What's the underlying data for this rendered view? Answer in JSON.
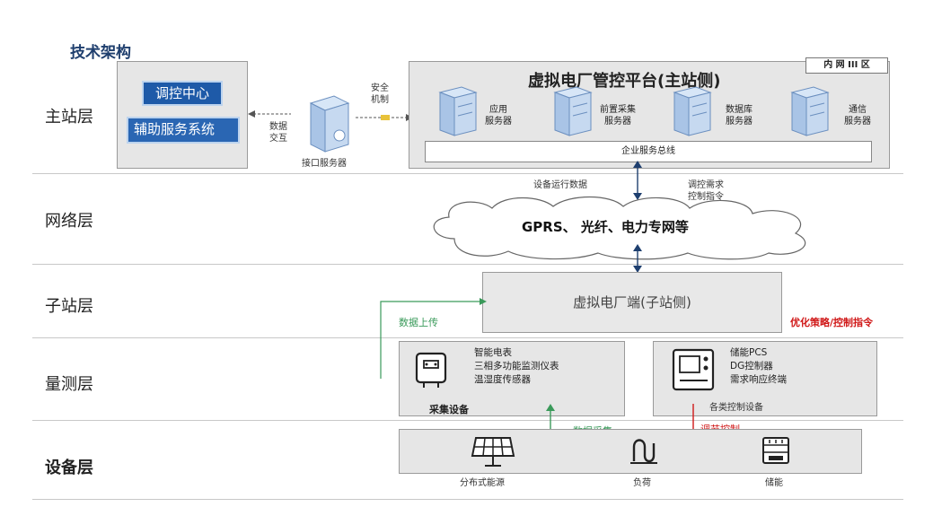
{
  "title": "技术架构",
  "layers": {
    "master": "主站层",
    "network": "网络层",
    "sub": "子站层",
    "measure": "量测层",
    "device": "设备层"
  },
  "master": {
    "dispatch_center": "调控中心",
    "aux_system": "辅助服务系统",
    "data_exchange": [
      "数据",
      "交互"
    ],
    "security_control": [
      "安全",
      "机制"
    ],
    "interface_server": "接口服务器",
    "platform_title": "虚拟电厂管控平台(主站侧)",
    "zone_label": "内 网 III 区",
    "servers": [
      {
        "lines": [
          "应用",
          "服务器"
        ]
      },
      {
        "lines": [
          "前置采集",
          "服务器"
        ]
      },
      {
        "lines": [
          "数据库",
          "服务器"
        ]
      },
      {
        "lines": [
          "通信",
          "服务器"
        ]
      }
    ],
    "service_bus": "企业服务总线"
  },
  "network": {
    "run_data": "设备运行数据",
    "control_demand": [
      "调控需求",
      "控制指令"
    ],
    "cloud_text": "GPRS、 光纤、电力专网等"
  },
  "sub": {
    "terminal": "虚拟电厂端(子站侧)",
    "data_upload": "数据上传",
    "strategy": "优化策略/控制指令"
  },
  "measure": {
    "collection_items": [
      "智能电表",
      "三相多功能监测仪表",
      "温湿度传感器"
    ],
    "collection_label": "采集设备",
    "control_items": [
      "储能PCS",
      "DG控制器",
      "需求响应终端"
    ],
    "control_label": "各类控制设备",
    "data_collection": "数据采集",
    "regulation_control": "调节控制"
  },
  "device": {
    "items": [
      "分布式能源",
      "负荷",
      "储能"
    ]
  },
  "colors": {
    "dispatch_blue": "#1e5aa8",
    "upload_green": "#3a9a5a",
    "command_red": "#d01818"
  },
  "icons": [
    "server-icon",
    "cloud-icon",
    "meter-icon",
    "controller-icon",
    "solar-panel-icon",
    "load-icon",
    "battery-icon"
  ]
}
